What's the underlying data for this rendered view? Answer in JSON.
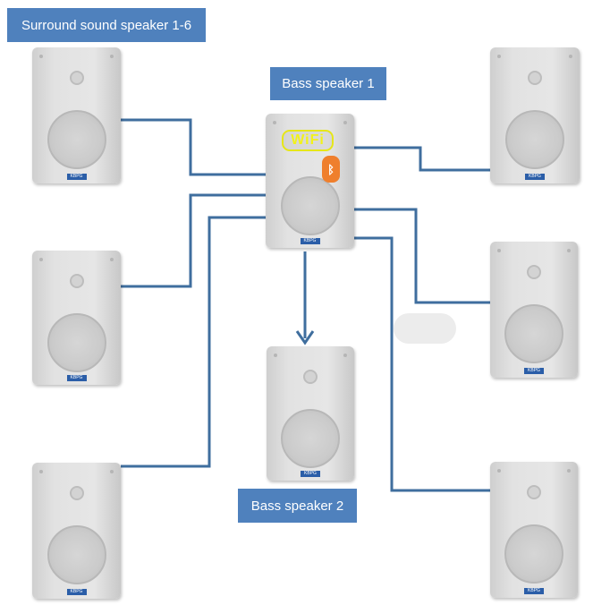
{
  "labels": {
    "surround": "Surround sound speaker 1-6",
    "bass1": "Bass speaker 1",
    "bass2": "Bass speaker 2"
  },
  "badges": {
    "wifi": "WiFi",
    "bluetooth_icon": "bluetooth-icon",
    "brand": "KBPG"
  },
  "colors": {
    "label_bg": "#4f81bd",
    "label_text": "#ffffff",
    "wire": "#3f6e9e",
    "wifi": "#e6e619",
    "bluetooth": "#ef7f2d"
  },
  "speakers": [
    {
      "id": "surround-1",
      "role": "surround"
    },
    {
      "id": "surround-2",
      "role": "surround"
    },
    {
      "id": "surround-3",
      "role": "surround"
    },
    {
      "id": "surround-4",
      "role": "surround"
    },
    {
      "id": "surround-5",
      "role": "surround"
    },
    {
      "id": "surround-6",
      "role": "surround"
    },
    {
      "id": "bass-1",
      "role": "bass"
    },
    {
      "id": "bass-2",
      "role": "bass"
    }
  ]
}
